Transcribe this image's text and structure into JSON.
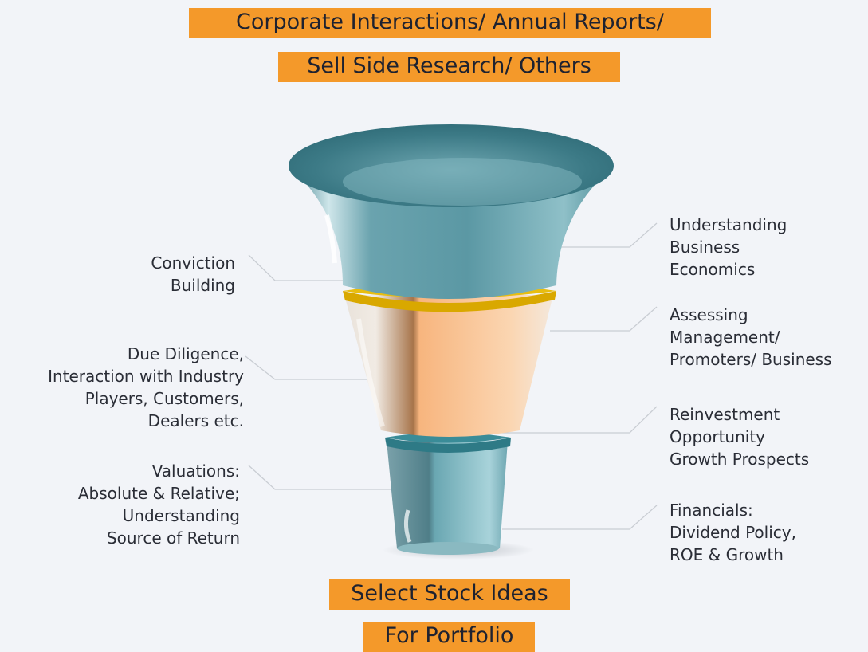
{
  "banners": {
    "top_line1": "Corporate Interactions/ Annual Reports/",
    "top_line2": "Sell Side Research/ Others",
    "bottom_line1": "Select Stock Ideas",
    "bottom_line2": "For Portfolio"
  },
  "left_labels": [
    "Conviction\nBuilding",
    "Due Diligence,\nInteraction with Industry\nPlayers, Customers,\nDealers etc.",
    "Valuations:\nAbsolute & Relative;\nUnderstanding\nSource of Return"
  ],
  "right_labels": [
    "Understanding\nBusiness\nEconomics",
    "Assessing\nManagement/\nPromoters/ Business",
    "Reinvestment\nOpportunity\nGrowth Prospects",
    "Financials:\nDividend Policy,\nROE & Growth"
  ],
  "colors": {
    "banner": "#f4992a",
    "funnel_teal": "#5a9aa6",
    "funnel_orange": "#f7b98a",
    "ring_yellow": "#e0b000",
    "ring_teal": "#2e7a86"
  }
}
